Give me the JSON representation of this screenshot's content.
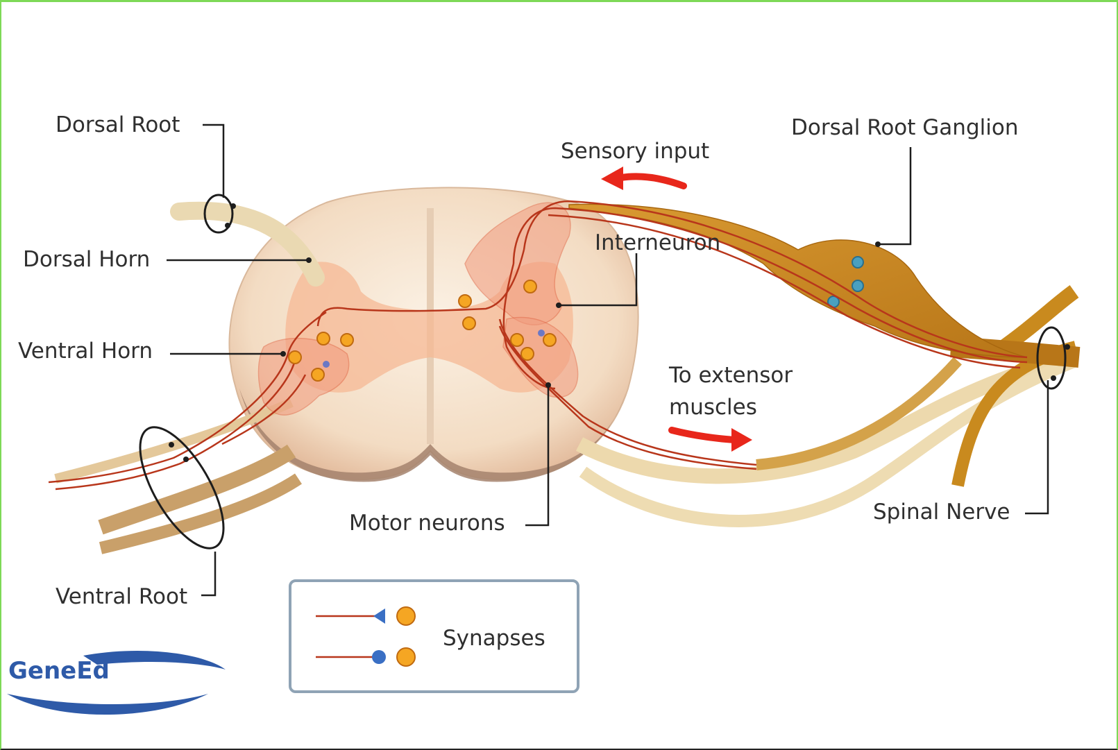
{
  "labels": {
    "dorsal_root": "Dorsal Root",
    "dorsal_horn": "Dorsal Horn",
    "ventral_horn": "Ventral Horn",
    "ventral_root": "Ventral Root",
    "sensory_input": "Sensory input",
    "interneuron": "Interneuron",
    "dorsal_root_ganglion": "Dorsal Root Ganglion",
    "to_extensor_line1": "To extensor",
    "to_extensor_line2": "muscles",
    "motor_neurons": "Motor neurons",
    "spinal_nerve": "Spinal Nerve"
  },
  "legend": {
    "label": "Synapses"
  },
  "logo": {
    "text": "GeneEd"
  },
  "colors": {
    "frame_accent": "#7ed957",
    "nerve_root_pale": "#e6d3a6",
    "ganglion_orange": "#c98a1e",
    "neuron_red": "#c0391b",
    "arrow_red": "#e8271b",
    "synapse_orange": "#f5a623",
    "synapse_blue": "#3a6fc4",
    "logo_blue": "#2e5aa8"
  }
}
